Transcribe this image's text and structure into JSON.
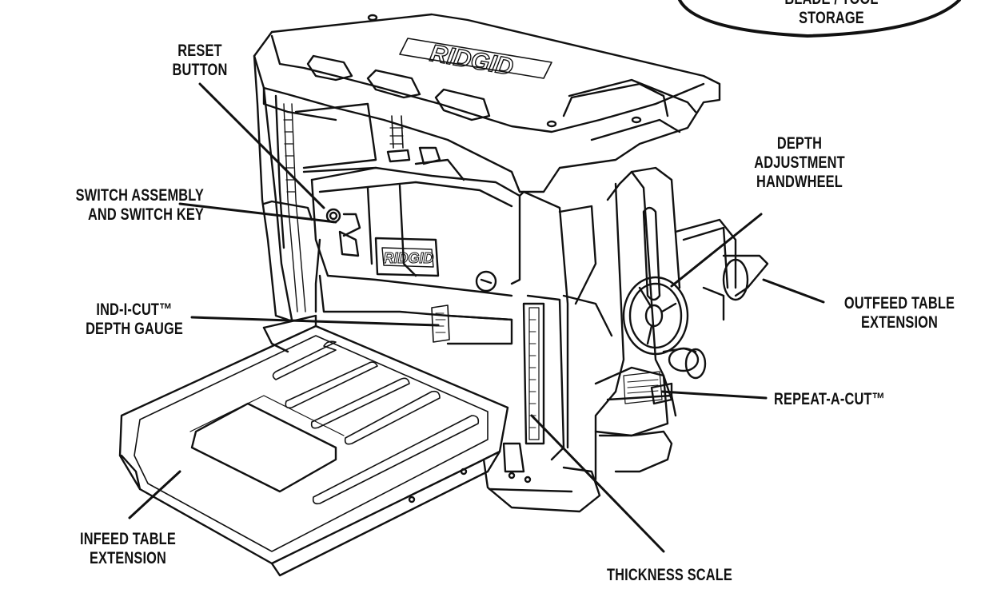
{
  "labels": {
    "reset_button": [
      "RESET",
      "BUTTON"
    ],
    "switch_assembly": [
      "SWITCH ASSEMBLY",
      "AND SWITCH KEY"
    ],
    "depth_gauge": [
      "IND-I-CUT™",
      "DEPTH GAUGE"
    ],
    "infeed_table": [
      "INFEED TABLE",
      "EXTENSION"
    ],
    "thickness_scale": [
      "THICKNESS SCALE"
    ],
    "repeat_a_cut": [
      "REPEAT-A-CUT™"
    ],
    "outfeed_table": [
      "OUTFEED TABLE",
      "EXTENSION"
    ],
    "depth_handwheel": [
      "DEPTH",
      "ADJUSTMENT",
      "HANDWHEEL"
    ],
    "blade_storage": [
      "BLADE / TOOL",
      "STORAGE"
    ]
  },
  "brand": {
    "top_logo": "RIDGID",
    "front_logo": "RIDGID"
  },
  "colors": {
    "ink": "#111111",
    "background": "#ffffff"
  }
}
